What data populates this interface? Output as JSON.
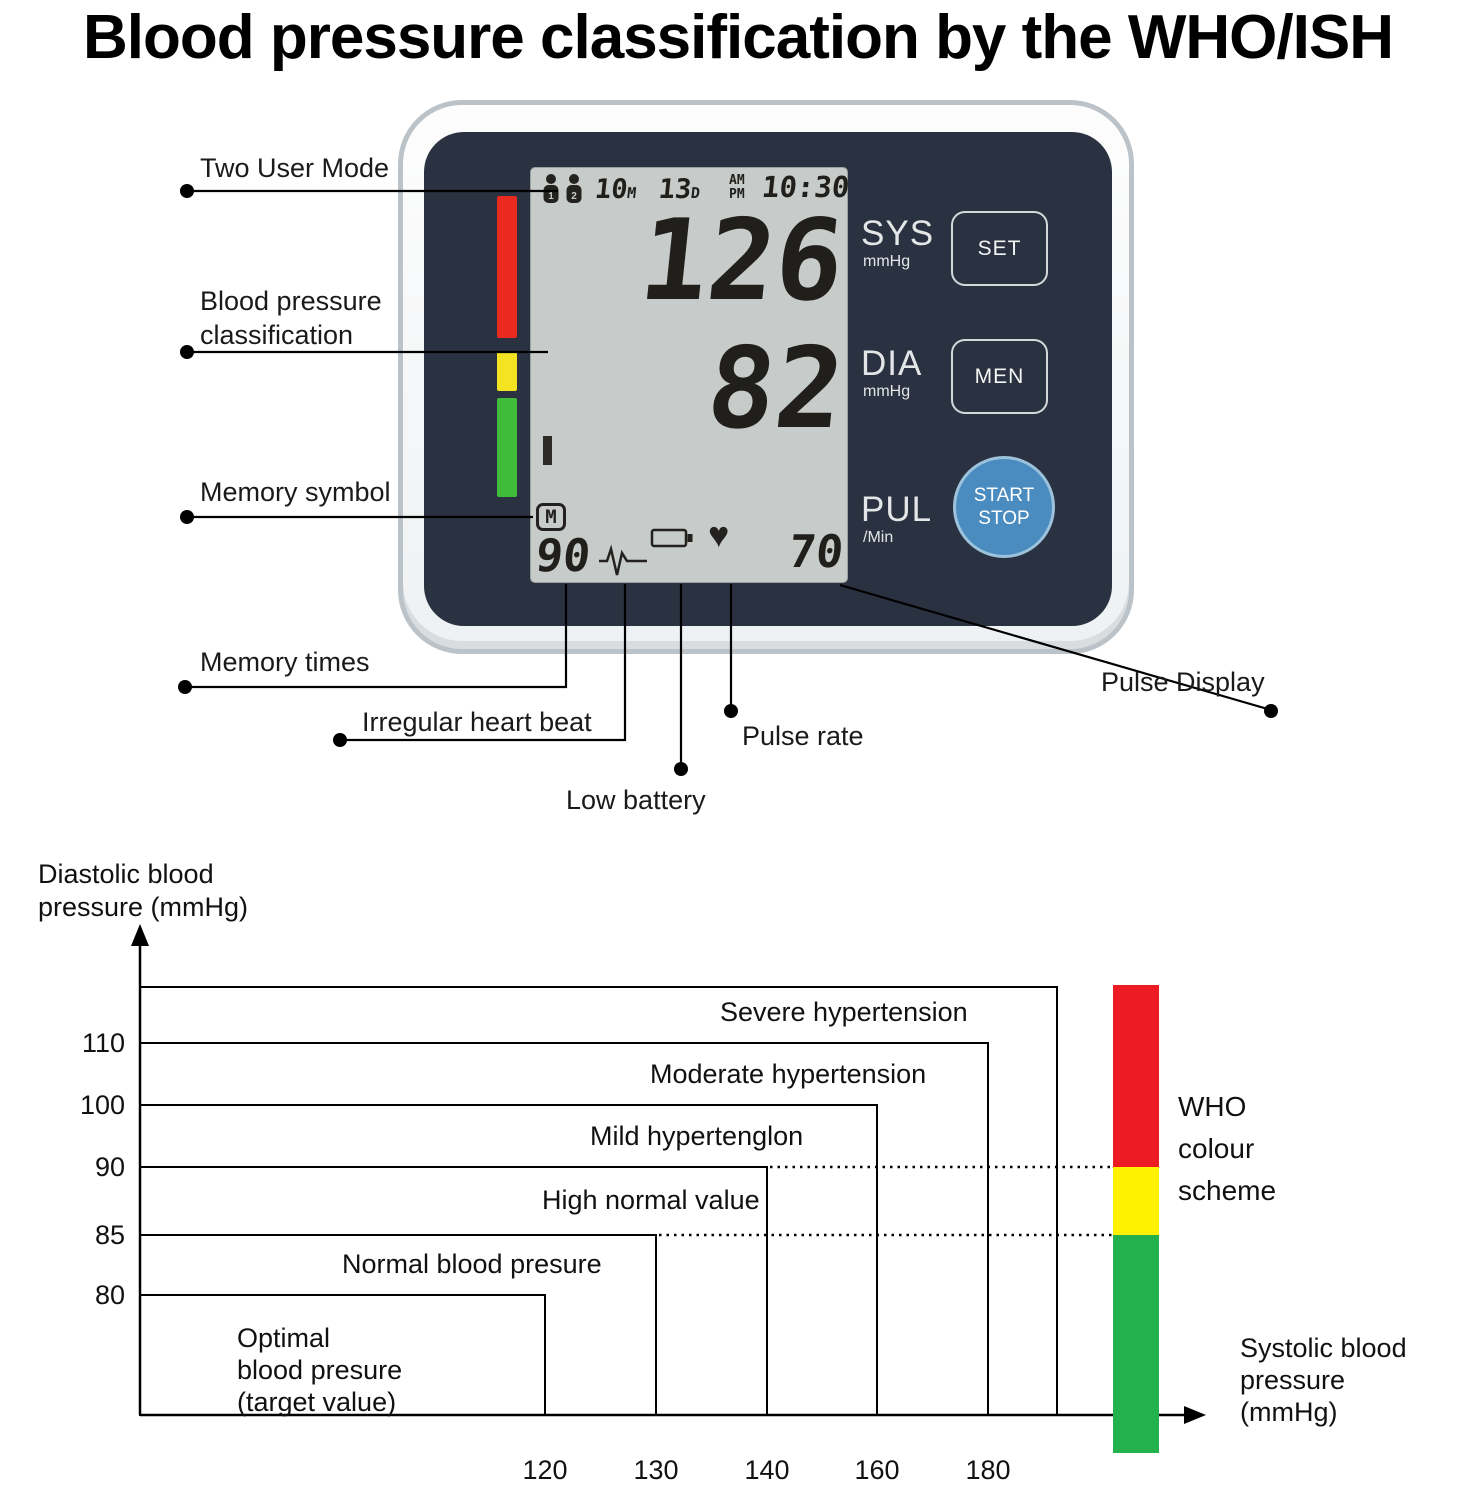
{
  "title": "Blood pressure classification by the WHO/ISH",
  "device": {
    "display": {
      "user1": "1",
      "user2": "2",
      "date_month": "10",
      "date_month_unit": "M",
      "date_day": "13",
      "date_day_unit": "D",
      "am": "AM",
      "pm": "PM",
      "time": "10:30",
      "sys_value": "126",
      "dia_value": "82",
      "memory_symbol": "M",
      "memory_times": "90",
      "pulse_value": "70"
    },
    "side_labels": {
      "sys": "SYS",
      "sys_unit": "mmHg",
      "dia": "DIA",
      "dia_unit": "mmHg",
      "pul": "PUL",
      "pul_unit": "/Min"
    },
    "buttons": {
      "set": "SET",
      "men": "MEN",
      "start": "START",
      "stop": "STOP"
    }
  },
  "icons": {
    "heart": "♥"
  },
  "callouts": {
    "two_user_mode": "Two User Mode",
    "bp_classification_line1": "Blood pressure",
    "bp_classification_line2": "classification",
    "memory_symbol": "Memory symbol",
    "memory_times": "Memory times",
    "irregular_heart_beat": "Irregular heart beat",
    "pulse_rate": "Pulse rate",
    "low_battery": "Low battery",
    "pulse_display": "Pulse Display"
  },
  "chart": {
    "ylabel_lines": [
      "Diastolic blood",
      "pressure (mmHg)"
    ],
    "xlabel_lines": [
      "Systolic blood",
      "pressure",
      "(mmHg)"
    ],
    "y_tick_labels": [
      "110",
      "100",
      "90",
      "85",
      "80"
    ],
    "x_tick_labels": [
      "120",
      "130",
      "140",
      "160",
      "180"
    ],
    "region_labels": {
      "severe": "Severe hypertension",
      "moderate": "Moderate hypertension",
      "mild": "Mild hypertenglon",
      "high_normal": "High normal value",
      "normal": "Normal blood presure",
      "optimal_lines": [
        "Optimal",
        "blood presure",
        "(target value)"
      ]
    },
    "legend_lines": [
      "WHO",
      "colour",
      "scheme"
    ]
  },
  "chart_data": {
    "type": "area",
    "title": "Blood pressure classification by the WHO/ISH",
    "xlabel": "Systolic blood pressure (mmHg)",
    "ylabel": "Diastolic blood pressure (mmHg)",
    "x_ticks": [
      120,
      130,
      140,
      160,
      180
    ],
    "y_ticks": [
      80,
      85,
      90,
      100,
      110
    ],
    "grid": false,
    "legend_position": "right",
    "regions": [
      {
        "label": "Optimal blood presure (target value)",
        "systolic_upper": 120,
        "diastolic_upper": 80
      },
      {
        "label": "Normal blood presure",
        "systolic_upper": 130,
        "diastolic_upper": 85
      },
      {
        "label": "High normal value",
        "systolic_upper": 140,
        "diastolic_upper": 90
      },
      {
        "label": "Mild hypertenglon",
        "systolic_upper": 160,
        "diastolic_upper": 100
      },
      {
        "label": "Moderate hypertension",
        "systolic_upper": 180,
        "diastolic_upper": 110
      },
      {
        "label": "Severe hypertension",
        "systolic_upper": "180+",
        "diastolic_upper": "110+"
      }
    ],
    "who_colour_scheme": [
      {
        "band": "hypertension",
        "color": "#ed1c24"
      },
      {
        "band": "high normal",
        "color": "#fff200"
      },
      {
        "band": "normal / optimal",
        "color": "#22b14c"
      }
    ]
  },
  "colors": {
    "device_panel": "#2a3140",
    "start_button": "#4a8cc0",
    "bar_red": "#ed1c24",
    "bar_yellow": "#fff200",
    "bar_green": "#22b14c"
  }
}
